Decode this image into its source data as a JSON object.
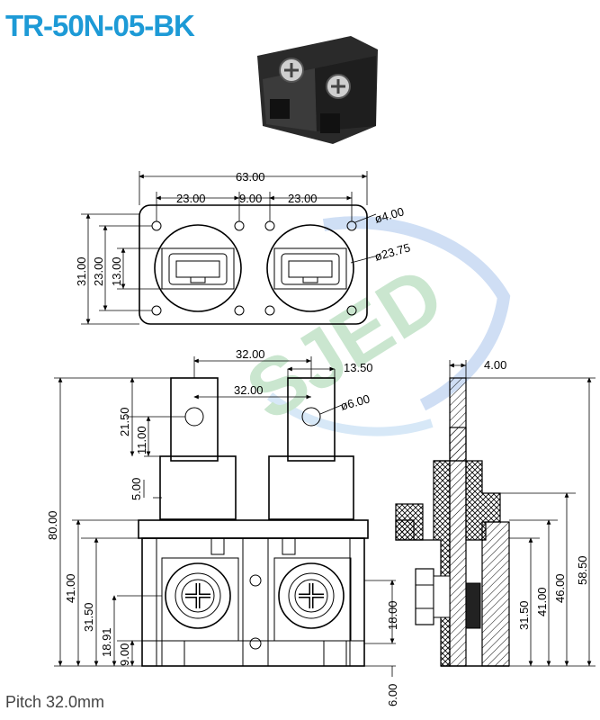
{
  "title": "TR-50N-05-BK",
  "pitch": "Pitch 32.0mm",
  "watermark": "SJED",
  "colors": {
    "title": "#1d9ad6",
    "watermark_green": "#2fa84f",
    "watermark_blue": "#3f6fd8"
  },
  "top_view": {
    "width": "63.00",
    "left_span": "23.00",
    "mid_span": "9.00",
    "right_span": "23.00",
    "hole_dia": "ø4.00",
    "opening_dia": "ø23.75",
    "height_outer": "31.00",
    "height_mid": "23.00",
    "height_inner": "13.00"
  },
  "front_view": {
    "tab_pitch_top": "32.00",
    "tab_pitch_mid": "32.00",
    "tab_width": "13.50",
    "tab_hole": "ø6.00",
    "tab_length": "21.50",
    "tab_hole_pos": "11.00",
    "collar": "5.00",
    "overall_height": "80.00",
    "body_height": "41.00",
    "screw_height": "31.50",
    "screw_center": "18.91",
    "base_height": "9.00",
    "boss_spacing": "18.00",
    "bottom_offset": "6.00"
  },
  "side_view": {
    "tab_thickness": "4.00",
    "h1": "31.50",
    "h2": "41.00",
    "h3": "46.00",
    "h4": "58.50"
  }
}
